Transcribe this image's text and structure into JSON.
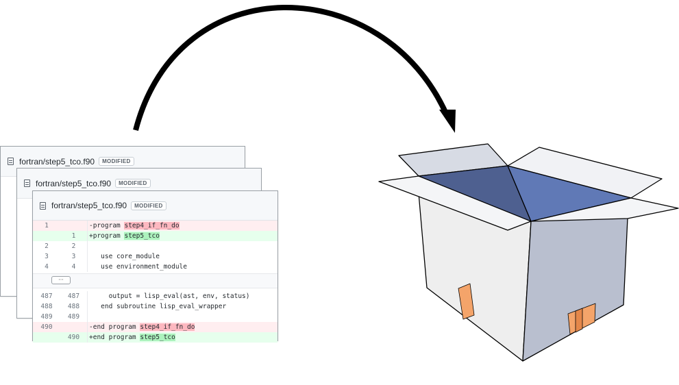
{
  "diff_card": {
    "file_name": "fortran/step5_tco.f90",
    "badge": "MODIFIED",
    "expander_label": "···",
    "rows": [
      {
        "type": "del",
        "old": "1",
        "new": "",
        "prefix": "-program ",
        "highlight": "step4_if_fn_do",
        "suffix": ""
      },
      {
        "type": "add",
        "old": "",
        "new": "1",
        "prefix": "+program ",
        "highlight": "step5_tco",
        "suffix": ""
      },
      {
        "type": "ctx",
        "old": "2",
        "new": "2",
        "prefix": "",
        "highlight": "",
        "suffix": ""
      },
      {
        "type": "ctx",
        "old": "3",
        "new": "3",
        "prefix": "   use core_module",
        "highlight": "",
        "suffix": ""
      },
      {
        "type": "ctx",
        "old": "4",
        "new": "4",
        "prefix": "   use environment_module",
        "highlight": "",
        "suffix": ""
      },
      {
        "type": "ctx",
        "old": "487",
        "new": "487",
        "prefix": "     output = lisp_eval(ast, env, status)",
        "highlight": "",
        "suffix": ""
      },
      {
        "type": "ctx",
        "old": "488",
        "new": "488",
        "prefix": "   end subroutine lisp_eval_wrapper",
        "highlight": "",
        "suffix": ""
      },
      {
        "type": "ctx",
        "old": "489",
        "new": "489",
        "prefix": "",
        "highlight": "",
        "suffix": ""
      },
      {
        "type": "del",
        "old": "490",
        "new": "",
        "prefix": "-end program ",
        "highlight": "step4_if_fn_do",
        "suffix": ""
      },
      {
        "type": "add",
        "old": "",
        "new": "490",
        "prefix": "+end program ",
        "highlight": "step5_tco",
        "suffix": ""
      }
    ]
  },
  "colors": {
    "box_inner_dark": "#4e6090",
    "box_inner_light": "#6079b6",
    "box_side_light": "#ececec",
    "box_side_dark": "#b9bfcf",
    "window_orange": "#f4a46a",
    "arrow": "#000000"
  },
  "icons": {
    "file": "file-icon",
    "arrow": "curved-arrow",
    "box": "open-box-illustration"
  }
}
